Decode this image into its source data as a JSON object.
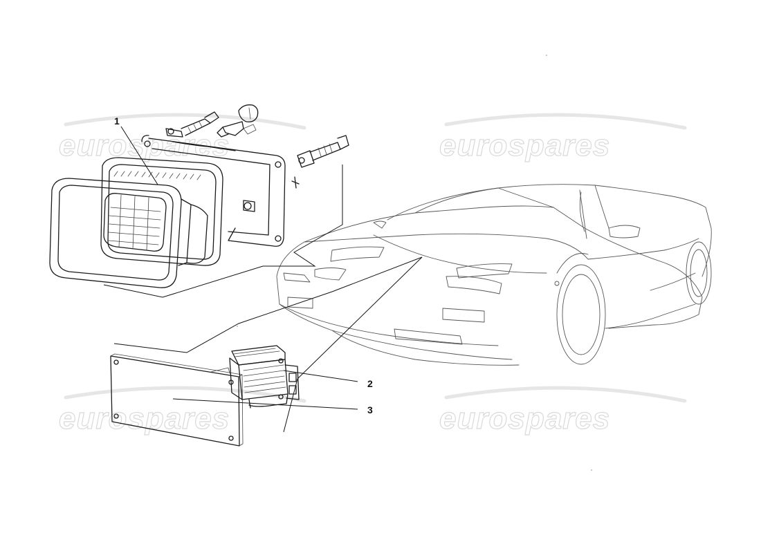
{
  "watermarks": [
    {
      "text": "eurospares"
    },
    {
      "text": "eurospares"
    },
    {
      "text": "eurospares"
    },
    {
      "text": "eurospares"
    }
  ],
  "callouts": [
    {
      "number": "1"
    },
    {
      "number": "2"
    },
    {
      "number": "3"
    }
  ],
  "colors": {
    "line": "#1a1a1a",
    "watermark": "#d9d9d9",
    "background": "#ffffff"
  }
}
